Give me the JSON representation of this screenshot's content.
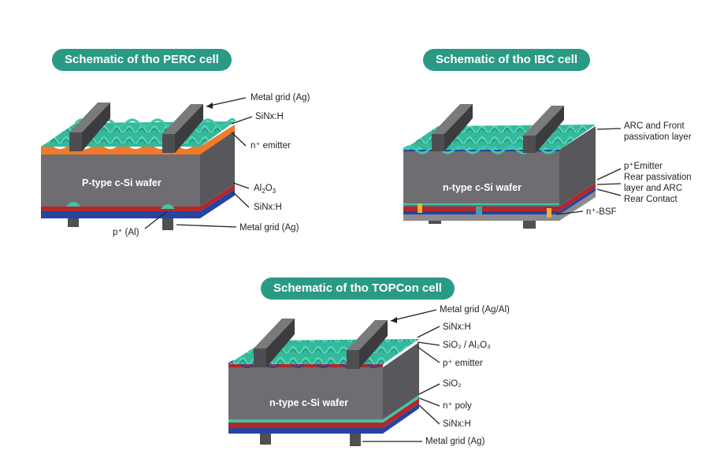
{
  "perc": {
    "title": "Schematic of tho PERC cell",
    "wafer": "P-type c-Si wafer",
    "labels": {
      "metal_grid": "Metal grid (Ag)",
      "sinx_top": "SiNx:H",
      "emitter": "n⁺ emitter",
      "al2o3_main": "Al",
      "al2o3_sub1": "2",
      "al2o3_o": "O",
      "al2o3_sub2": "3",
      "sinx_bottom": "SiNx:H",
      "p_al": "p⁺ (Al)",
      "metal_grid_rear": "Metal grid (Ag)"
    }
  },
  "ibc": {
    "title": "Schematic of tho IBC cell",
    "wafer": "n-type c-Si wafer",
    "labels": {
      "arc_front_1": "ARC and Front",
      "arc_front_2": "passivation layer",
      "p_emitter": "p⁺Emitter",
      "rear_pass_1": "Rear passivation",
      "rear_pass_2": "layer and ARC",
      "rear_contact": "Rear Contact",
      "n_bsf": "n⁺-BSF"
    }
  },
  "topcon": {
    "title": "Schematic of tho TOPCon cell",
    "wafer": "n-type c-Si wafer",
    "labels": {
      "metal_grid": "Metal grid (Ag/Al)",
      "sinx_top": "SiNx:H",
      "sio2_al2o3": "SiO₂ / Al₂O₃",
      "p_emitter": "p⁺ emitter",
      "sio2": "SiO₂",
      "n_poly": "n⁺ poly",
      "sinx_bottom": "SiNx:H",
      "metal_grid_rear": "Metal grid (Ag)"
    }
  },
  "colors": {
    "pill": "#2a9a84",
    "texture": "#3ec6a8",
    "wafer_front": "#6e6e72",
    "wafer_side": "#5a5a5e",
    "emitter_orange": "#f07a2a",
    "red_layer": "#b3262a",
    "blue_layer": "#2444a0",
    "metal": "#5e5e60"
  }
}
